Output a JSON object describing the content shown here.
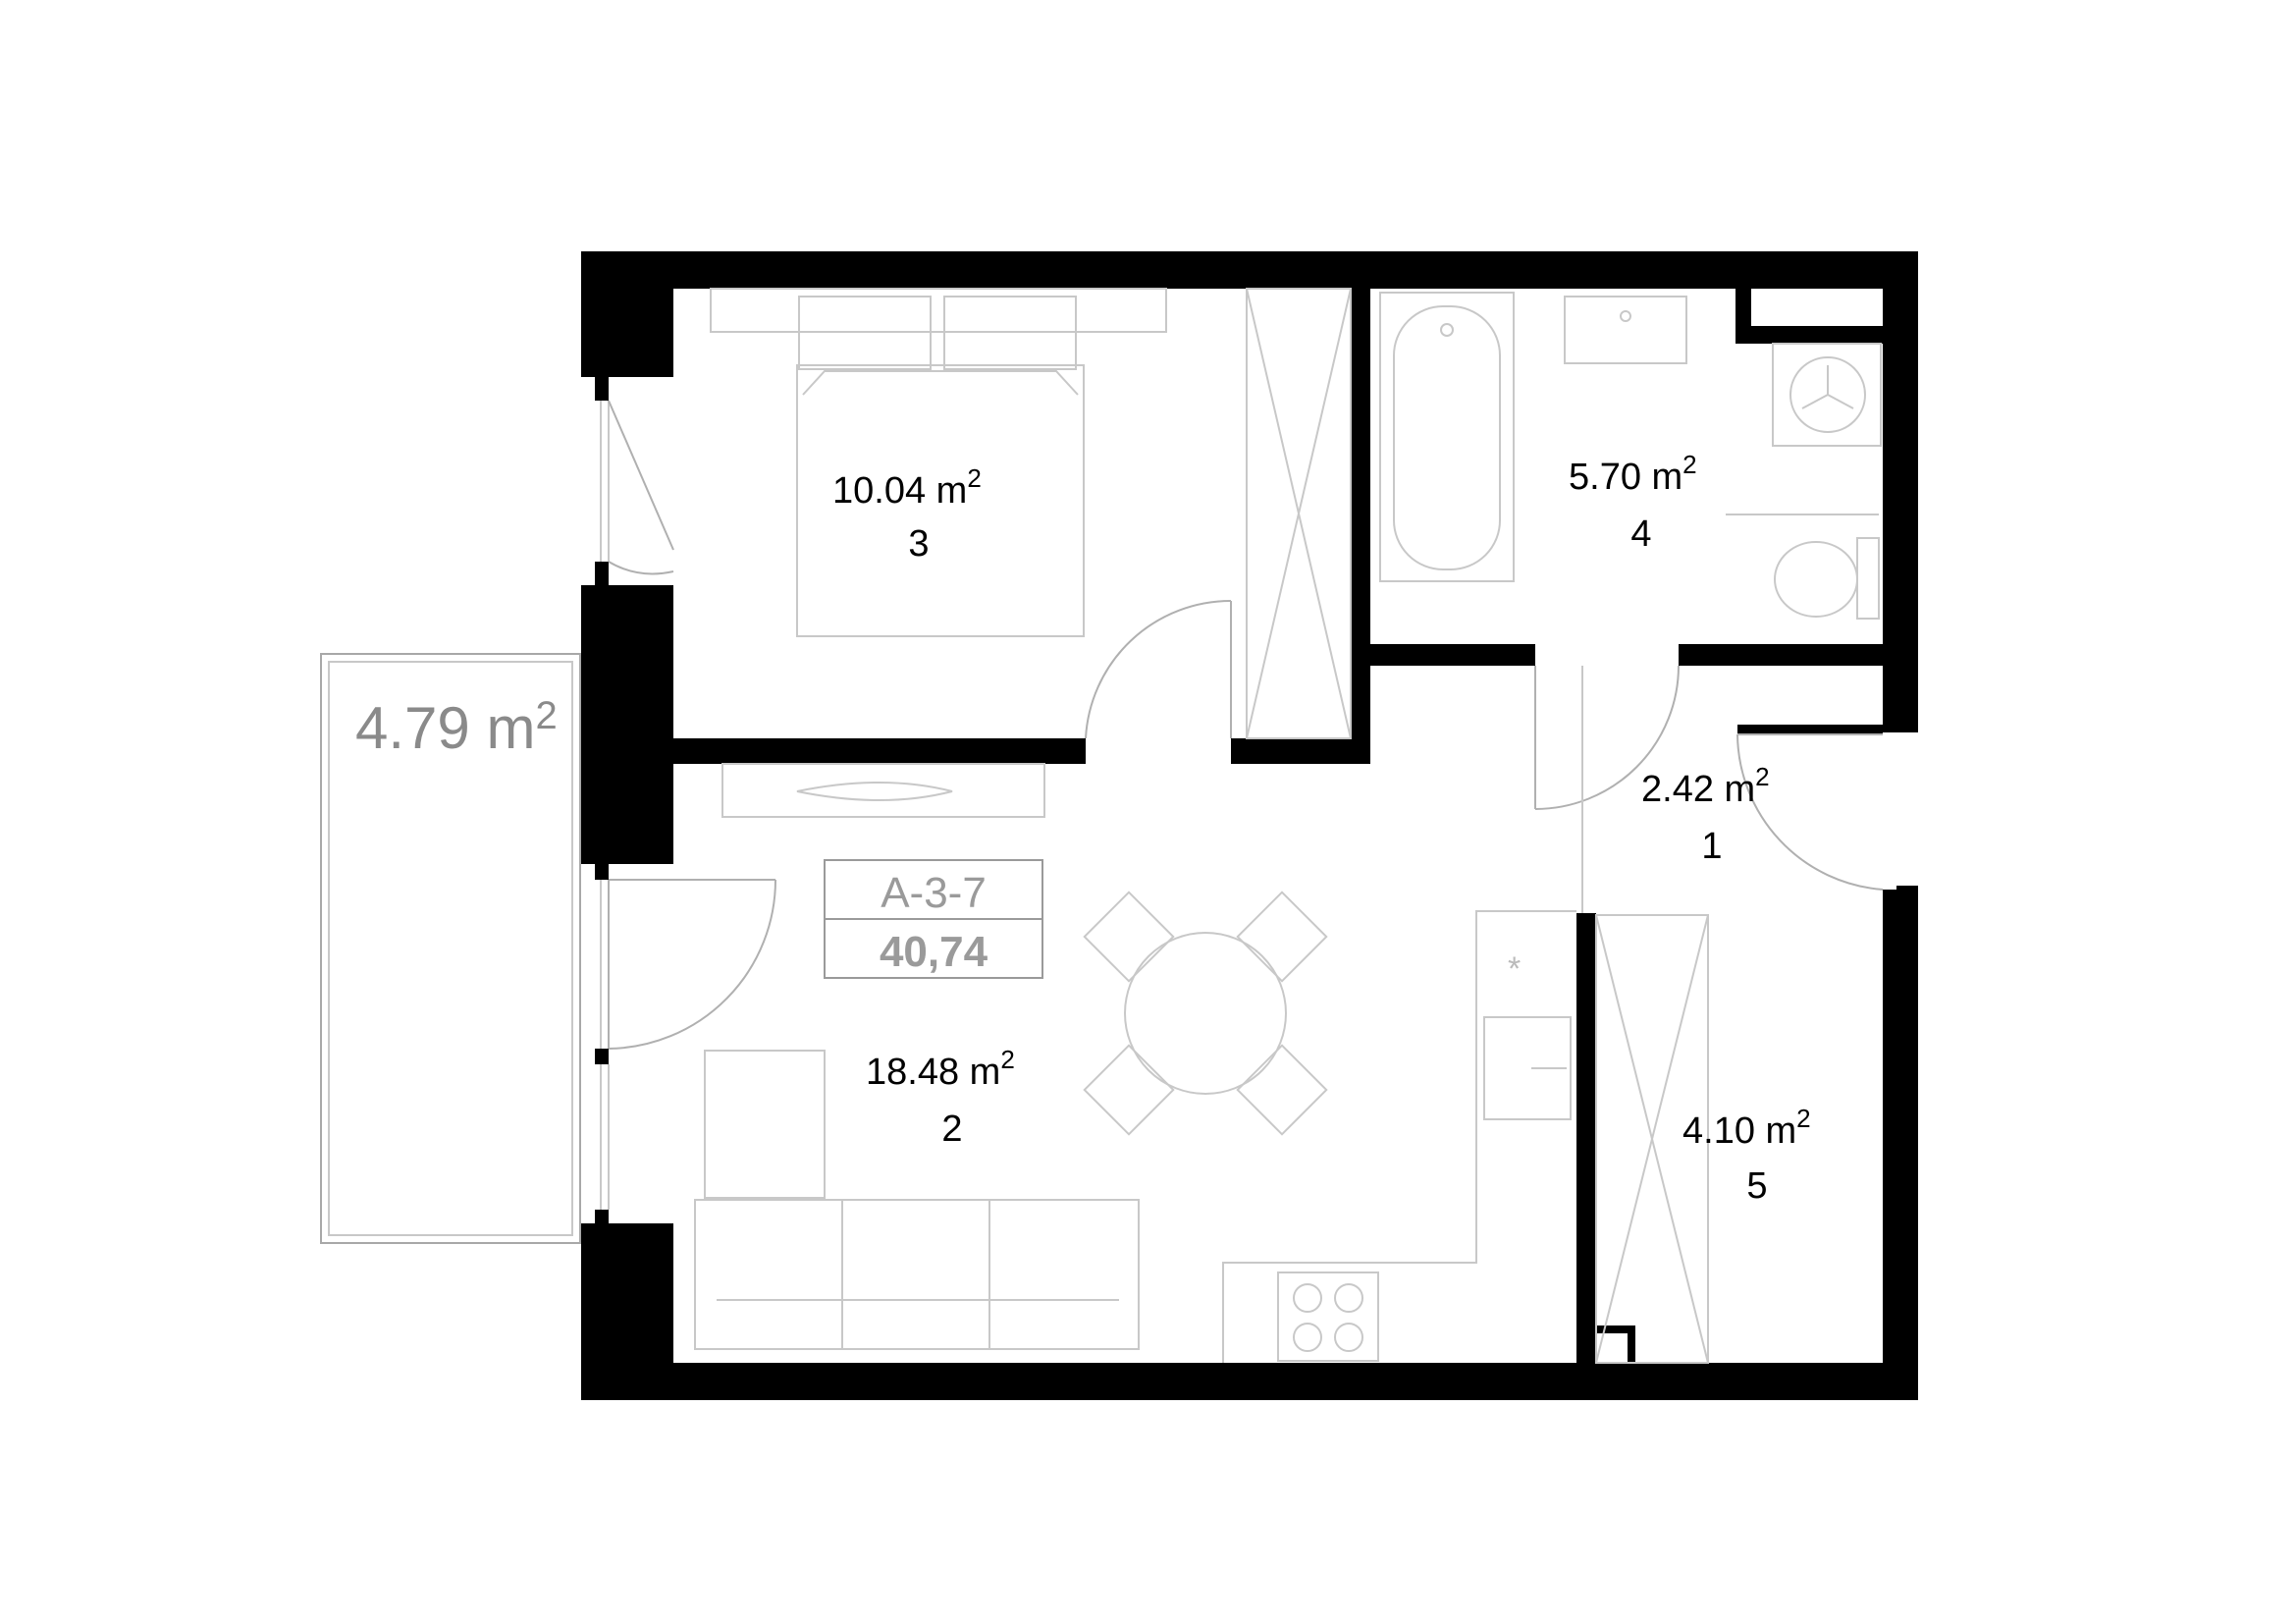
{
  "plan": {
    "unit_code": "A-3-7",
    "unit_total_area": "40,74",
    "balcony": {
      "area": "4.79 m",
      "sup": "2"
    },
    "rooms": [
      {
        "id": "room-1",
        "area": "2.42  m",
        "sup": "2",
        "number": "1"
      },
      {
        "id": "room-2",
        "area": "18.48  m",
        "sup": "2",
        "number": "2"
      },
      {
        "id": "room-3",
        "area": "10.04  m",
        "sup": "2",
        "number": "3"
      },
      {
        "id": "room-4",
        "area": "5.70  m",
        "sup": "2",
        "number": "4"
      },
      {
        "id": "room-5",
        "area": "4.10  m",
        "sup": "2",
        "number": "5"
      }
    ]
  }
}
